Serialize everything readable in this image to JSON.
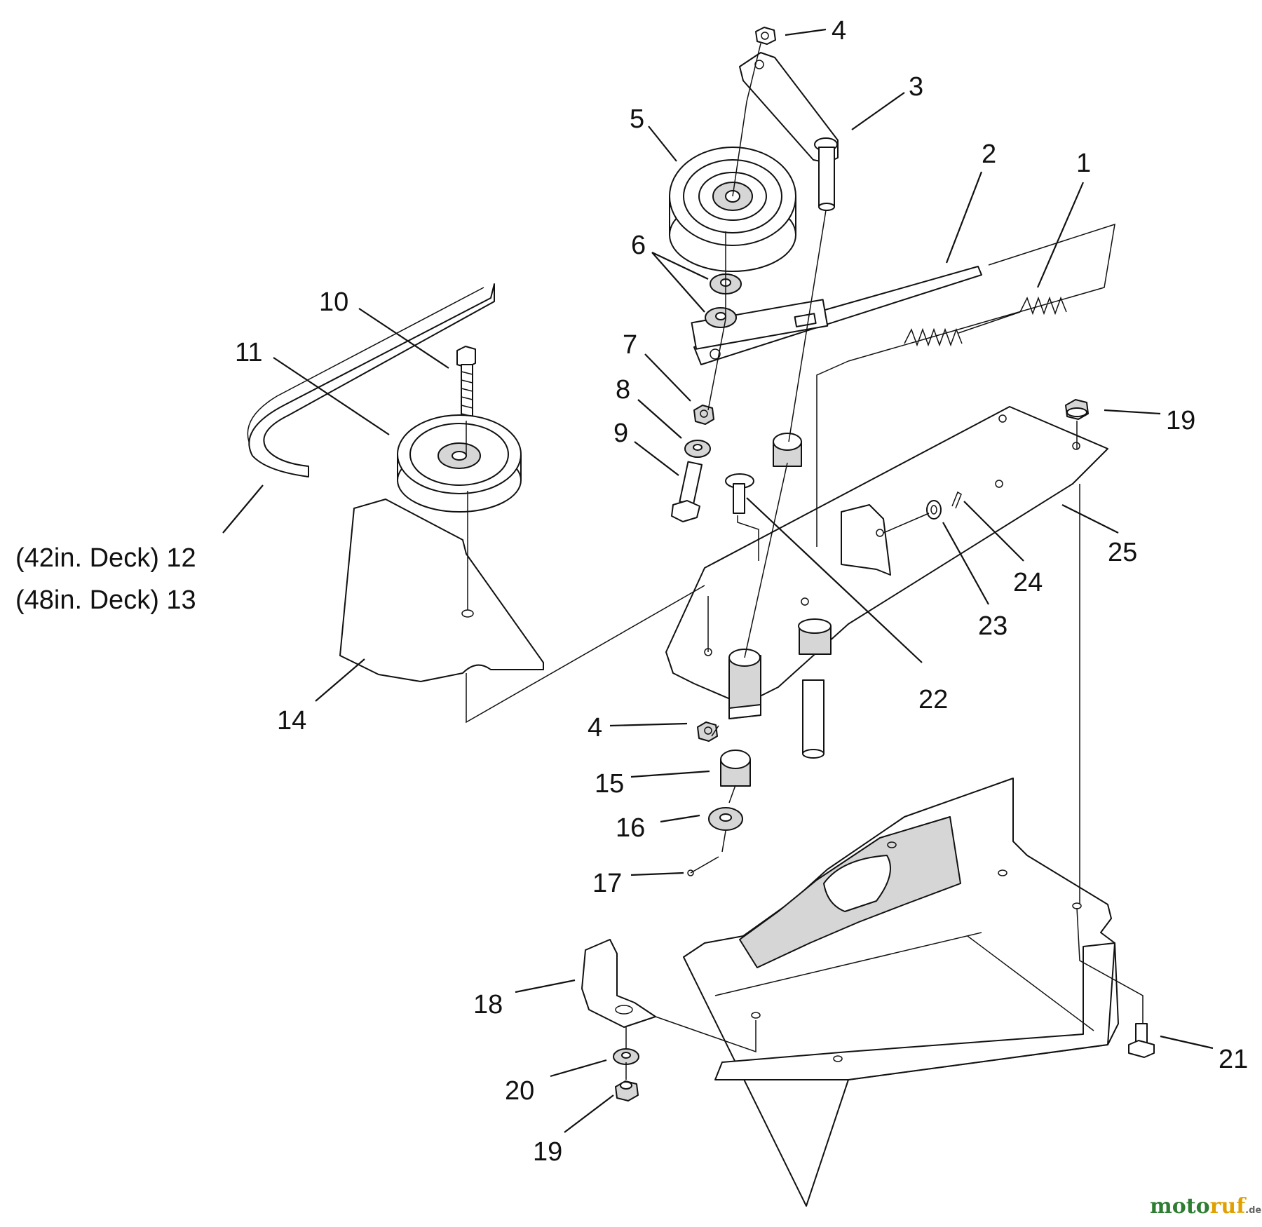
{
  "callouts": [
    {
      "id": "c1",
      "text": "1"
    },
    {
      "id": "c2",
      "text": "2"
    },
    {
      "id": "c3",
      "text": "3"
    },
    {
      "id": "c4a",
      "text": "4"
    },
    {
      "id": "c5",
      "text": "5"
    },
    {
      "id": "c6",
      "text": "6"
    },
    {
      "id": "c7",
      "text": "7"
    },
    {
      "id": "c8",
      "text": "8"
    },
    {
      "id": "c9",
      "text": "9"
    },
    {
      "id": "c10",
      "text": "10"
    },
    {
      "id": "c11",
      "text": "11"
    },
    {
      "id": "c12",
      "text": "(42in. Deck) 12"
    },
    {
      "id": "c13",
      "text": "(48in. Deck) 13"
    },
    {
      "id": "c14",
      "text": "14"
    },
    {
      "id": "c4b",
      "text": "4"
    },
    {
      "id": "c15",
      "text": "15"
    },
    {
      "id": "c16",
      "text": "16"
    },
    {
      "id": "c17",
      "text": "17"
    },
    {
      "id": "c18",
      "text": "18"
    },
    {
      "id": "c19a",
      "text": "19"
    },
    {
      "id": "c19b",
      "text": "19"
    },
    {
      "id": "c20",
      "text": "20"
    },
    {
      "id": "c21",
      "text": "21"
    },
    {
      "id": "c22",
      "text": "22"
    },
    {
      "id": "c23",
      "text": "23"
    },
    {
      "id": "c24",
      "text": "24"
    },
    {
      "id": "c25",
      "text": "25"
    }
  ],
  "watermark": {
    "brand_prefix": "moto",
    "brand_mid": "ruf",
    "brand_suffix": ".de",
    "colors": {
      "prefix": "#2e7d32",
      "mid": "#e0a000",
      "suffix": "#666666"
    }
  }
}
